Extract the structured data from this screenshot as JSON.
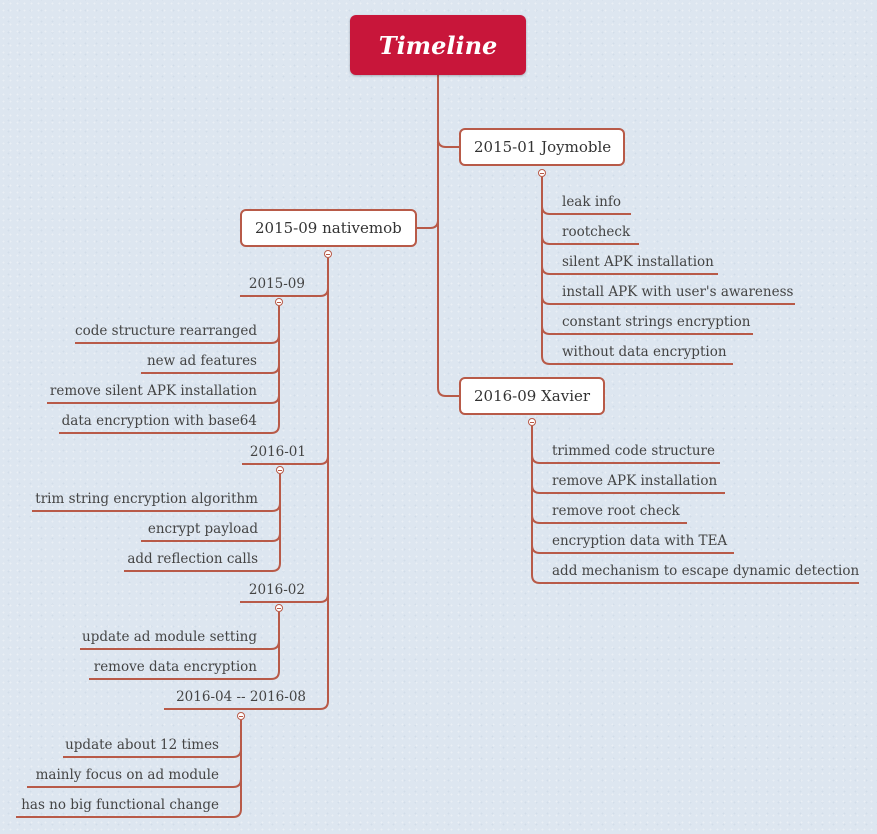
{
  "root": {
    "title": "Timeline"
  },
  "nodes": {
    "joymoble": "2015-01 Joymoble",
    "nativemob": "2015-09 nativemob",
    "xavier": "2016-09 Xavier"
  },
  "joymoble_items": [
    "leak info",
    "rootcheck",
    "silent APK installation",
    "install APK with user's awareness",
    "constant strings encryption",
    "without data encryption"
  ],
  "xavier_items": [
    "trimmed code structure",
    "remove APK installation",
    "remove root check",
    "encryption data with TEA",
    "add mechanism to escape dynamic detection"
  ],
  "nativemob_groups": [
    {
      "label": "2015-09",
      "items": [
        "code structure rearranged",
        "new ad features",
        "remove silent APK installation",
        "data encryption with base64"
      ]
    },
    {
      "label": "2016-01",
      "items": [
        "trim string encryption algorithm",
        "encrypt payload",
        "add reflection calls"
      ]
    },
    {
      "label": "2016-02",
      "items": [
        "update ad module setting",
        "remove data encryption"
      ]
    },
    {
      "label": "2016-04 -- 2016-08",
      "items": [
        "update about 12 times",
        "mainly focus on ad module",
        "has no big functional change"
      ]
    }
  ],
  "colors": {
    "root_fill": "#c8163a",
    "line": "#b85a48",
    "node_fill": "#ffffff"
  }
}
